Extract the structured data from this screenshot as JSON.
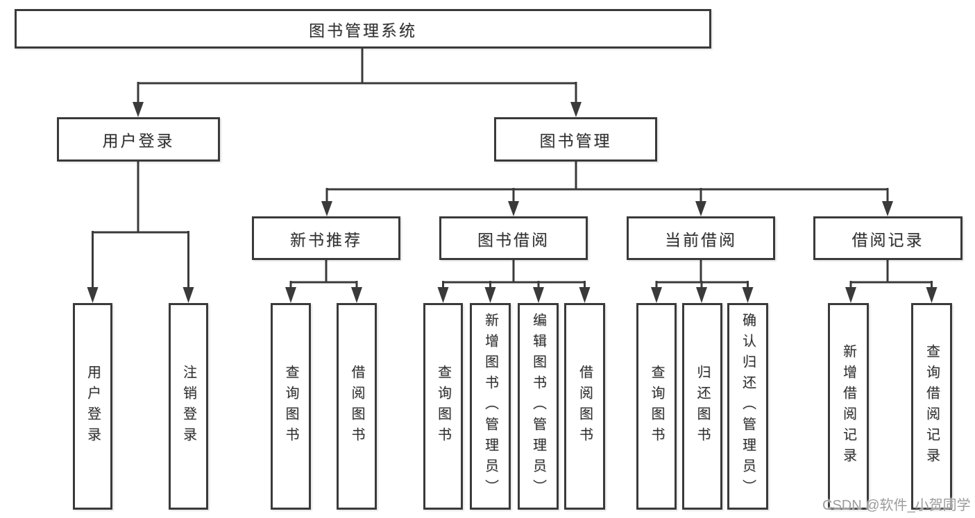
{
  "tree": {
    "root": {
      "label": "图书管理系统"
    },
    "level2": [
      {
        "key": "user-login",
        "label": "用户登录",
        "parent": "图书管理系统"
      },
      {
        "key": "book-management",
        "label": "图书管理",
        "parent": "图书管理系统"
      }
    ],
    "level3": [
      {
        "key": "new-book-recommend",
        "label": "新书推荐",
        "parent": "图书管理"
      },
      {
        "key": "book-borrow",
        "label": "图书借阅",
        "parent": "图书管理"
      },
      {
        "key": "current-borrow",
        "label": "当前借阅",
        "parent": "图书管理"
      },
      {
        "key": "borrow-records",
        "label": "借阅记录",
        "parent": "图书管理"
      }
    ],
    "leaves": [
      {
        "key": "user-login",
        "label": "用户登录",
        "parent": "用户登录"
      },
      {
        "key": "logout",
        "label": "注销登录",
        "parent": "用户登录"
      },
      {
        "key": "query-books-1",
        "label": "查询图书",
        "parent": "新书推荐"
      },
      {
        "key": "borrow-books-1",
        "label": "借阅图书",
        "parent": "新书推荐"
      },
      {
        "key": "query-books-2",
        "label": "查询图书",
        "parent": "图书借阅"
      },
      {
        "key": "add-books-admin",
        "label": "新增图书（管理员）",
        "parent": "图书借阅"
      },
      {
        "key": "edit-books-admin",
        "label": "编辑图书（管理员）",
        "parent": "图书借阅"
      },
      {
        "key": "borrow-books-2",
        "label": "借阅图书",
        "parent": "图书借阅"
      },
      {
        "key": "query-books-3",
        "label": "查询图书",
        "parent": "当前借阅"
      },
      {
        "key": "return-books",
        "label": "归还图书",
        "parent": "当前借阅"
      },
      {
        "key": "confirm-return-admin",
        "label": "确认归还（管理员）",
        "parent": "当前借阅"
      },
      {
        "key": "add-borrow-record",
        "label": "新增借阅记录",
        "parent": "借阅记录"
      },
      {
        "key": "query-borrow-record",
        "label": "查询借阅记录",
        "parent": "借阅记录"
      }
    ]
  },
  "colors": {
    "line": "#3a3a3a",
    "text": "#2f2f2f",
    "box_background": "#ffffff",
    "watermark": "#9c9c9c"
  },
  "watermark": {
    "text": "CSDN @软件_小贺同学"
  }
}
